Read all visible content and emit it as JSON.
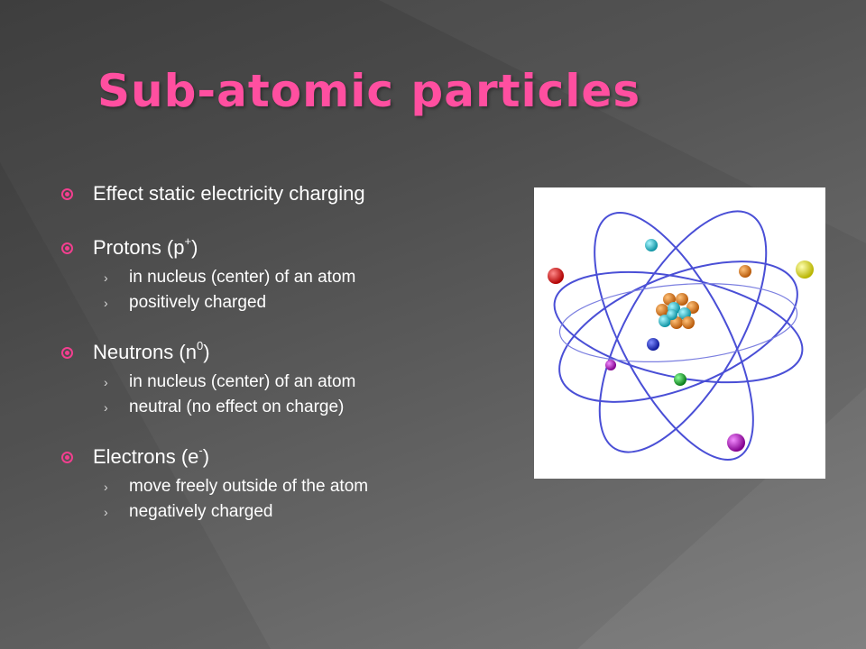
{
  "slide": {
    "title": "Sub-atomic particles",
    "accent_color": "#ff4fa0",
    "bullet_color": "#f23f8f",
    "items": [
      {
        "label": "Effect static electricity charging",
        "superscript": "",
        "suffix": "",
        "subs": []
      },
      {
        "label": "Protons (p",
        "superscript": "+",
        "suffix": ")",
        "subs": [
          "in nucleus (center) of an atom",
          "positively charged"
        ]
      },
      {
        "label": "Neutrons (n",
        "superscript": "0",
        "suffix": ")",
        "subs": [
          "in nucleus (center) of an atom",
          "neutral (no effect on charge)"
        ]
      },
      {
        "label": "Electrons (e",
        "superscript": "-",
        "suffix": ")",
        "subs": [
          "move freely outside of the atom",
          "negatively charged"
        ]
      }
    ],
    "image": {
      "subject": "atom-model",
      "orbit_color": "#4a4fd6",
      "electron_colors": [
        "#d81b1b",
        "#22b8c8",
        "#e07a1a",
        "#e8e51e",
        "#1a2ed0",
        "#b01ab8",
        "#1aa82a",
        "#c018c0"
      ]
    }
  }
}
